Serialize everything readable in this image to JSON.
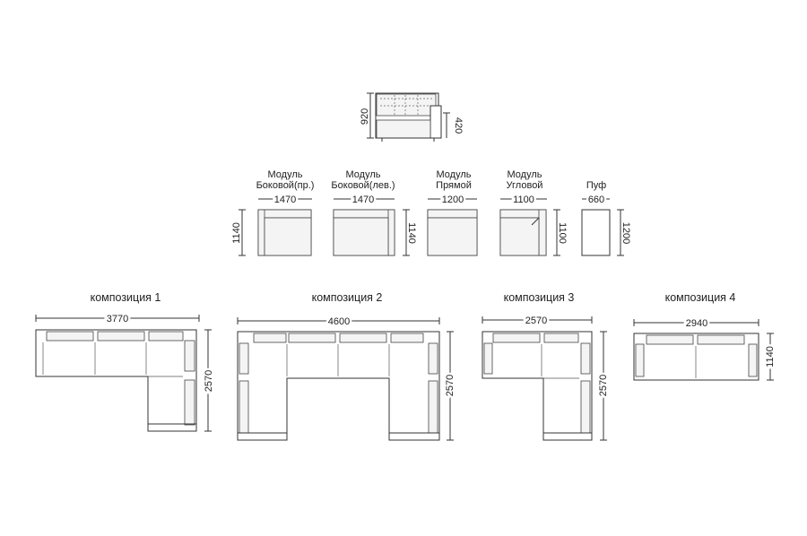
{
  "side_view": {
    "height": "920",
    "seat_height": "420"
  },
  "modules": [
    {
      "name_line1": "Модуль",
      "name_line2": "Боковой(пр.)",
      "width": "1470",
      "depth": "1140"
    },
    {
      "name_line1": "Модуль",
      "name_line2": "Боковой(лев.)",
      "width": "1470",
      "depth": "1140"
    },
    {
      "name_line1": "Модуль",
      "name_line2": "Прямой",
      "width": "1200"
    },
    {
      "name_line1": "Модуль",
      "name_line2": "Угловой",
      "width": "1100",
      "depth": "1100"
    },
    {
      "name_line1": "Пуф",
      "width": "660",
      "depth": "1200"
    }
  ],
  "compositions": [
    {
      "title": "композиция 1",
      "width": "3770",
      "depth": "2570"
    },
    {
      "title": "композиция 2",
      "width": "4600",
      "depth": "2570"
    },
    {
      "title": "композиция 3",
      "width": "2570",
      "depth": "2570"
    },
    {
      "title": "композиция 4",
      "width": "2940",
      "depth": "1140"
    }
  ]
}
